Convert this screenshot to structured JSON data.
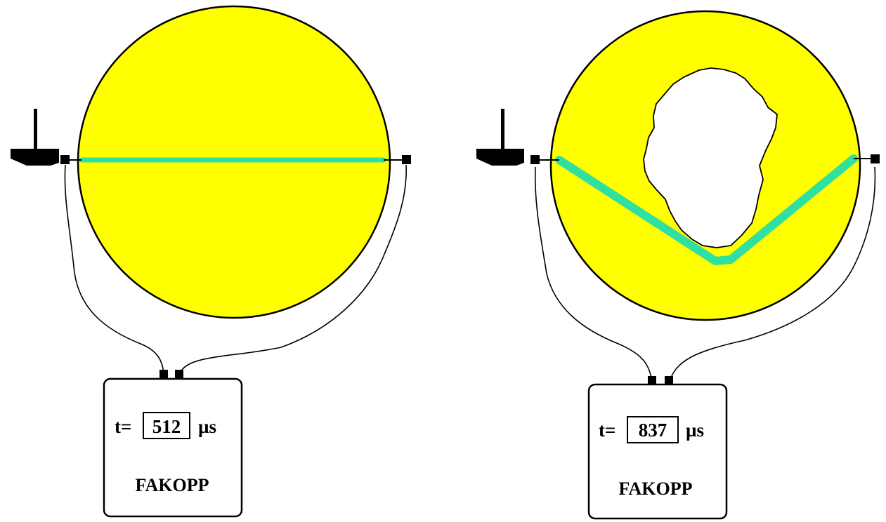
{
  "colors": {
    "trunk_fill": "#ffff00",
    "trunk_stroke": "#000000",
    "wave_path": "#2fe0a0",
    "cavity_fill": "#ffffff",
    "wire": "#000000",
    "device_fill": "#ffffff"
  },
  "icons": {
    "hammer": "hammer-icon",
    "sensor": "sensor-icon"
  },
  "panels": [
    {
      "condition": "solid",
      "device": {
        "time_prefix": "t=",
        "time_value": "512",
        "time_unit": "µs",
        "brand": "FAKOPP"
      }
    },
    {
      "condition": "decayed",
      "device": {
        "time_prefix": "t=",
        "time_value": "837",
        "time_unit": "µs",
        "brand": "FAKOPP"
      }
    }
  ]
}
